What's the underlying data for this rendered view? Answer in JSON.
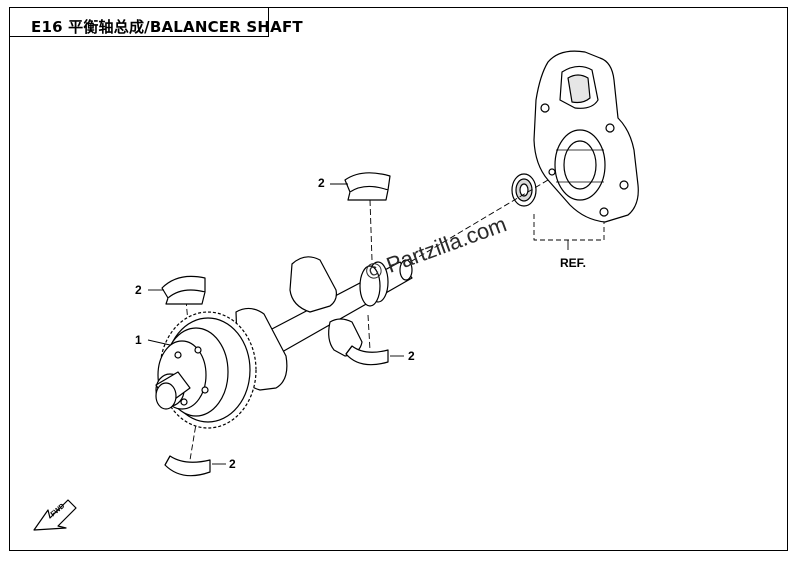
{
  "header": {
    "title": "E16 平衡轴总成/BALANCER SHAFT"
  },
  "callouts": [
    {
      "id": "gear",
      "label": "1"
    },
    {
      "id": "bearing-top",
      "label": "2"
    },
    {
      "id": "bearing-left",
      "label": "2"
    },
    {
      "id": "bearing-right",
      "label": "2"
    },
    {
      "id": "bearing-bottom",
      "label": "2"
    }
  ],
  "reference_label": "REF.",
  "watermark": "© Partzilla.com",
  "direction_marker": "FWD",
  "colors": {
    "line": "#000000",
    "fill": "#ffffff",
    "shade": "#d9d9d9"
  }
}
